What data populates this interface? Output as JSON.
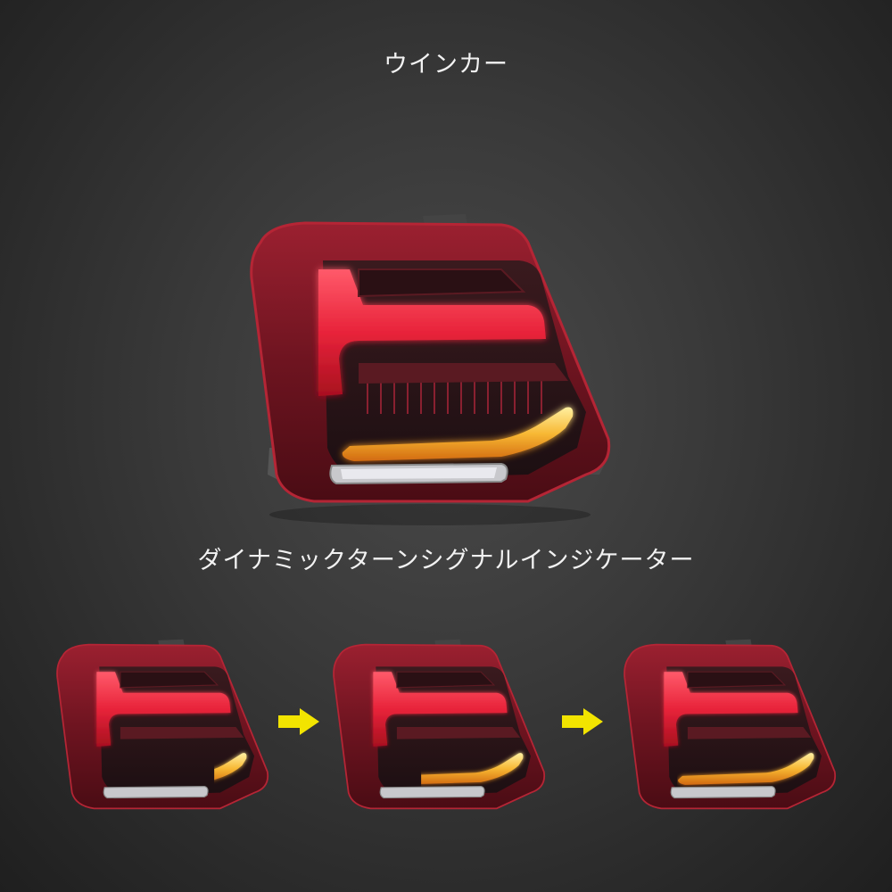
{
  "headings": {
    "turn_signal": "ウインカー",
    "dynamic_turn_signal": "ダイナミックターンシグナルインジケーター"
  },
  "icons": {
    "main_lamp": "tail-light-icon",
    "sequence_arrow": "right-arrow-icon"
  },
  "colors": {
    "background": "#333333",
    "lens_red": "#8a1a24",
    "light_bar_red": "#e8233a",
    "amber_signal": "#f7b733",
    "arrow_yellow": "#f2e400"
  },
  "sequence": [
    {
      "step": 1,
      "amber_fill": 0.25
    },
    {
      "step": 2,
      "amber_fill": 0.75
    },
    {
      "step": 3,
      "amber_fill": 1.0
    }
  ]
}
